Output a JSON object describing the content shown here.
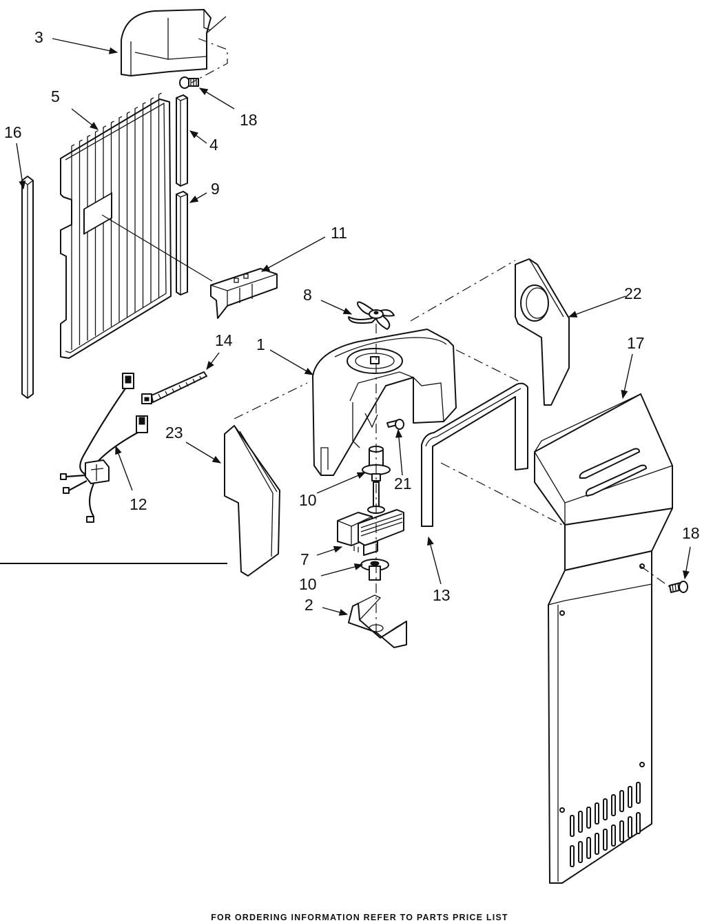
{
  "diagram": {
    "callouts": {
      "c1": "1",
      "c2": "2",
      "c3": "3",
      "c4": "4",
      "c5": "5",
      "c7": "7",
      "c8": "8",
      "c9": "9",
      "c10a": "10",
      "c10b": "10",
      "c11": "11",
      "c12": "12",
      "c13": "13",
      "c14": "14",
      "c16": "16",
      "c17": "17",
      "c18a": "18",
      "c18b": "18",
      "c21": "21",
      "c22": "22",
      "c23": "23"
    },
    "footer": "FOR ORDERING INFORMATION REFER TO PARTS PRICE LIST"
  }
}
